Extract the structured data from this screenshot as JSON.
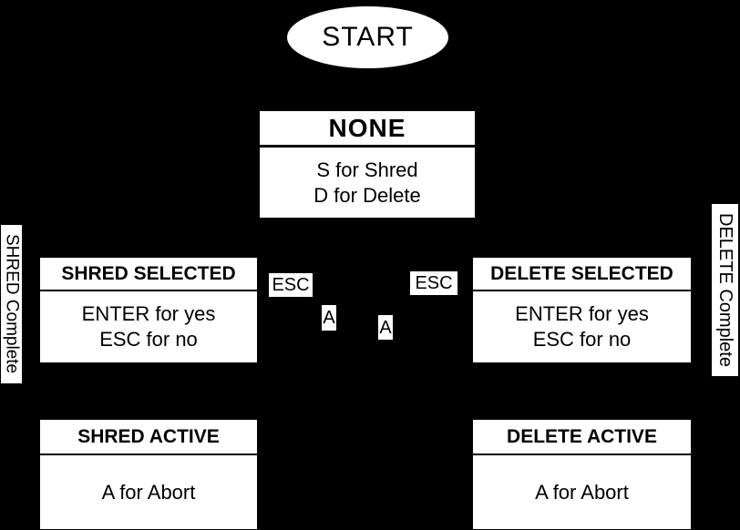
{
  "diagram": {
    "type": "state-machine",
    "colors": {
      "background": "#000000",
      "node_fill": "#ffffff",
      "text": "#000000"
    },
    "start": {
      "label": "START"
    },
    "states": [
      {
        "id": "none",
        "title": "NONE",
        "body_lines": [
          "S for Shred",
          "D for Delete"
        ]
      },
      {
        "id": "shred-selected",
        "title": "SHRED SELECTED",
        "body_lines": [
          "ENTER for yes",
          "ESC for no"
        ]
      },
      {
        "id": "delete-selected",
        "title": "DELETE SELECTED",
        "body_lines": [
          "ENTER for yes",
          "ESC for no"
        ]
      },
      {
        "id": "shred-active",
        "title": "SHRED ACTIVE",
        "body_lines": [
          "A for Abort"
        ]
      },
      {
        "id": "delete-active",
        "title": "DELETE ACTIVE",
        "body_lines": [
          "A for Abort"
        ]
      }
    ],
    "edge_labels": [
      {
        "id": "esc-left",
        "text": "ESC"
      },
      {
        "id": "esc-right",
        "text": "ESC"
      },
      {
        "id": "a-left",
        "text": "A"
      },
      {
        "id": "a-right",
        "text": "A"
      },
      {
        "id": "shred-complete",
        "text": "SHRED Complete"
      },
      {
        "id": "delete-complete",
        "text": "DELETE Complete"
      }
    ]
  }
}
